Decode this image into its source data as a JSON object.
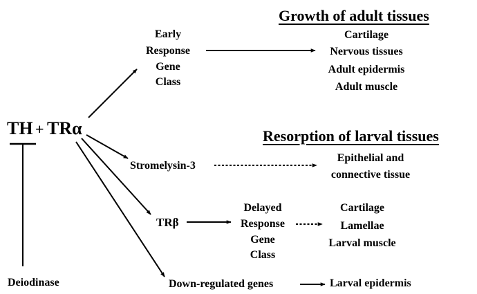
{
  "headings": {
    "growth": "Growth of adult tissues",
    "resorption": "Resorption of larval tissues"
  },
  "complex": {
    "hormone": "TH",
    "plus": "+",
    "receptor": "TRα"
  },
  "inhibitor": "Deiodinase",
  "early_gene_class": [
    "Early",
    "Response",
    "Gene",
    "Class"
  ],
  "adult_tissues": [
    "Cartilage",
    "Nervous tissues",
    "Adult epidermis",
    "Adult muscle"
  ],
  "stromelysin": "Stromelysin-3",
  "stromelysin_targets": [
    "Epithelial and",
    "connective tissue"
  ],
  "tr_beta": "TRβ",
  "delayed_gene_class": [
    "Delayed",
    "Response",
    "Gene",
    "Class"
  ],
  "larval_targets": [
    "Cartilage",
    "Lamellae",
    "Larval muscle"
  ],
  "down_regulated": "Down-regulated genes",
  "larval_epidermis": "Larval epidermis",
  "colors": {
    "ink": "#000000",
    "background": "#ffffff"
  }
}
